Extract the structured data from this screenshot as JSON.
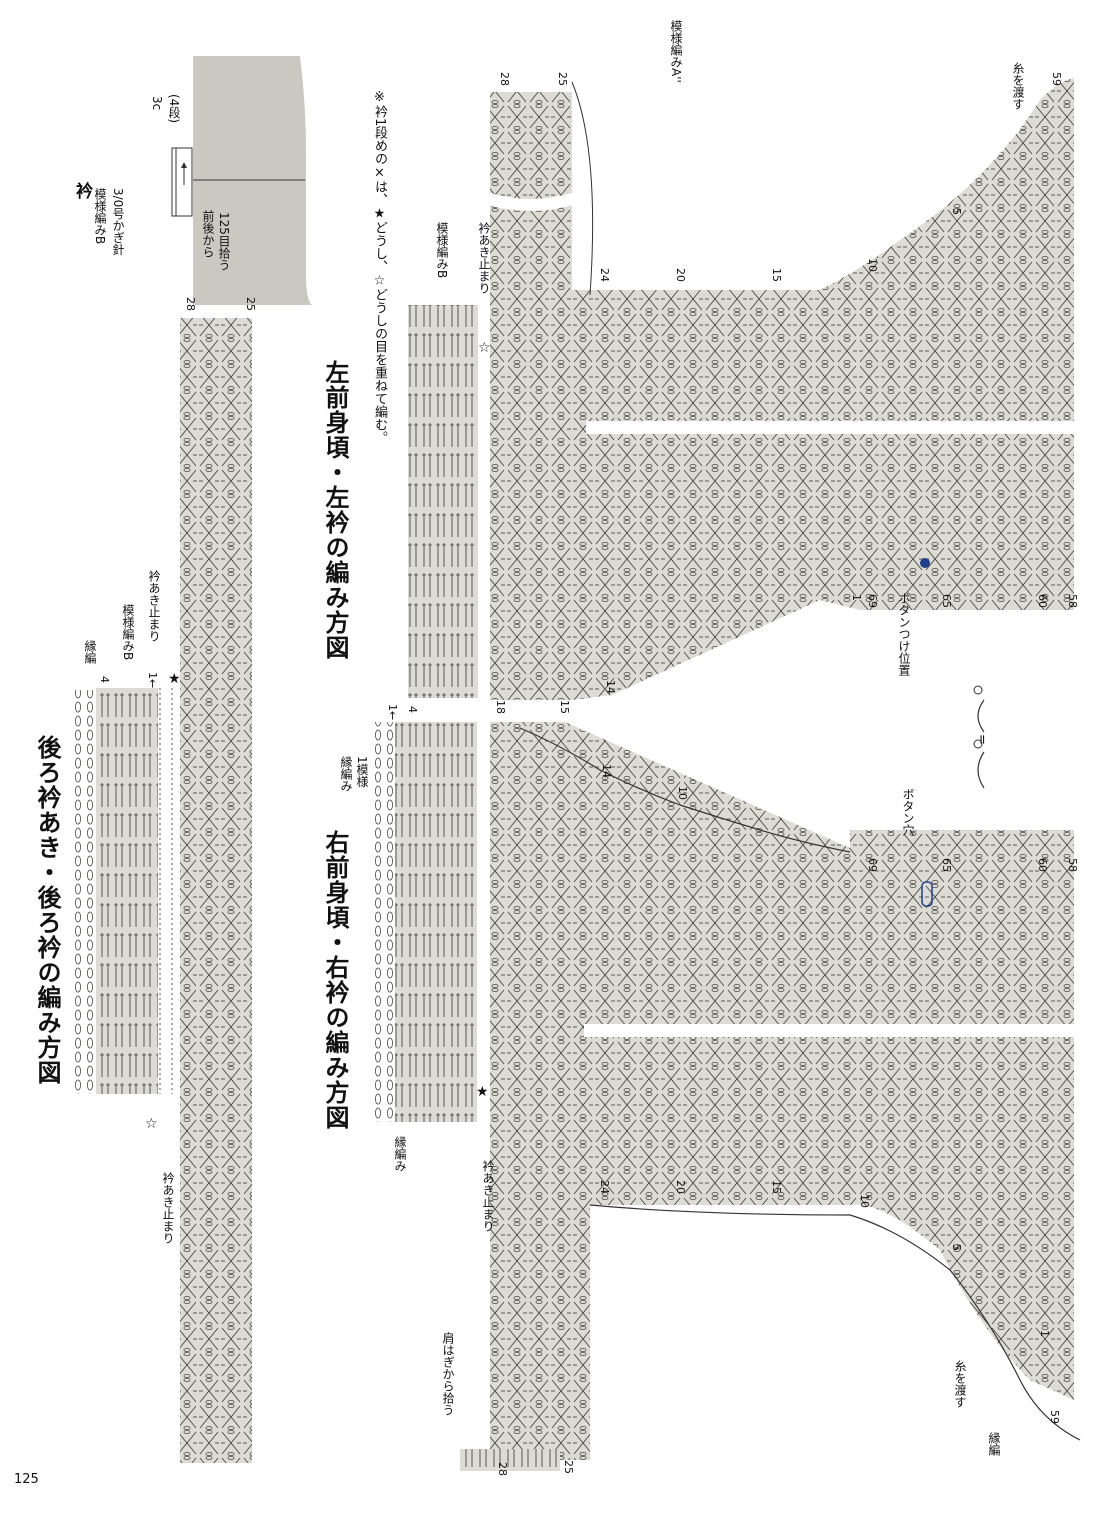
{
  "page": {
    "number": "125"
  },
  "collar_schematic": {
    "title": "衿",
    "pattern": "模様編みB",
    "hook": "3/0号かぎ針",
    "height_note": "3c",
    "rows_note": "(4段)",
    "pickup_note_line1": "前後から",
    "pickup_note_line2": "125目拾う"
  },
  "back_chart": {
    "title": "後ろ衿あき・後ろ衿の編み方図",
    "edge_label": "縁編",
    "pattern_label": "模様編みB",
    "opening_stop_label": "衿あき止まり",
    "opening_stop_label_2": "衿あき止まり",
    "row_numbers": [
      "28",
      "25",
      "4",
      "1←"
    ]
  },
  "note": {
    "text": "※衿1段めの×は、★どうし、☆どうしの目を重ねて編む。"
  },
  "left_front_chart": {
    "title": "左前身頃・左衿の編み方図",
    "pattern_label": "模様編みB",
    "opening_stop_label": "衿あき止まり",
    "pattern_a_label": "模様編みA''",
    "yarn_label": "糸を渡す",
    "button_label": "ボタンつけ位置",
    "row_numbers": [
      "28",
      "25",
      "24",
      "20",
      "15",
      "10",
      "5",
      "1",
      "69",
      "65",
      "60",
      "58",
      "59",
      "14",
      "18"
    ]
  },
  "right_front_chart": {
    "title": "右前身頃・右衿の編み方図",
    "edge_label": "縁編み",
    "edge_label_2": "縁編み",
    "one_pattern_label": "1模様",
    "edge_label_3": "縁編",
    "opening_stop_label": "衿あき止まり",
    "shoulder_label": "肩はぎから拾う",
    "buttonhole_label": "ボタン穴",
    "yarn_label": "糸を渡す",
    "row_numbers": [
      "4",
      "1←",
      "15",
      "10",
      "14",
      "69",
      "65",
      "60",
      "58",
      "24",
      "20",
      "15",
      "10",
      "5",
      "1",
      "59",
      "28",
      "25"
    ]
  },
  "legend": {
    "equals": "="
  },
  "colors": {
    "panel": "#dcdcd4",
    "ink": "#333333",
    "accent_red": "#d0312d",
    "button_blue": "#1f3f8f"
  }
}
